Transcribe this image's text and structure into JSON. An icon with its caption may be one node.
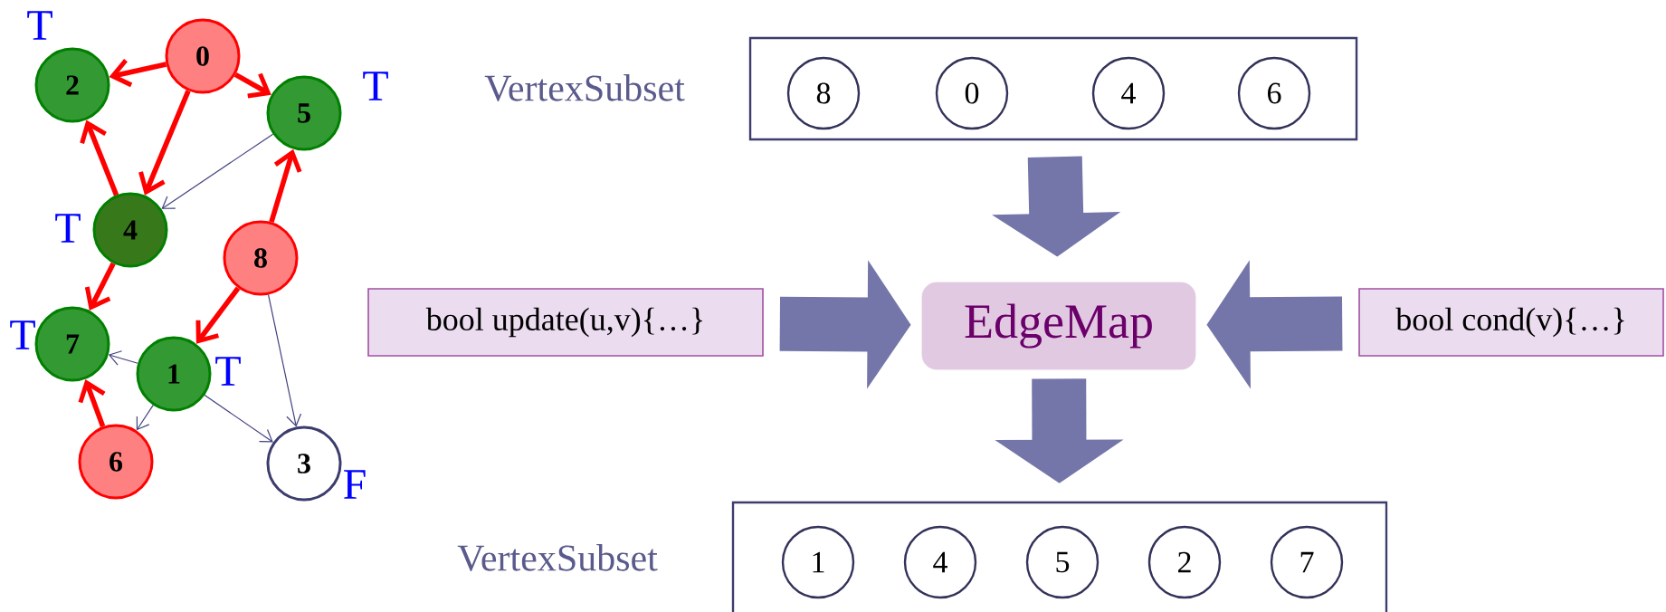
{
  "diagram": {
    "nodes": [
      {
        "text": [
          "0"
        ]
      },
      {
        "text": [
          "2"
        ],
        "beside": [
          "T"
        ]
      },
      {
        "text": [
          "5"
        ],
        "beside": [
          "T"
        ]
      },
      {
        "text": [
          "4"
        ],
        "beside": [
          "T"
        ]
      },
      {
        "text": [
          "8"
        ]
      },
      {
        "text": [
          "7"
        ],
        "beside": [
          "T"
        ]
      },
      {
        "text": [
          "1"
        ],
        "beside": [
          "T"
        ]
      },
      {
        "text": [
          "6"
        ]
      },
      {
        "text": [
          "3"
        ],
        "beside": [
          "F"
        ]
      },
      {
        "text": [],
        "shape": "box",
        "beside": [
          "VertexSubset"
        ]
      },
      {
        "text": [
          "8"
        ],
        "in": 9
      },
      {
        "text": [
          "0"
        ],
        "in": 9
      },
      {
        "text": [
          "4"
        ],
        "in": 9
      },
      {
        "text": [
          "6"
        ],
        "in": 9
      },
      {
        "text": [
          "bool update(u,v){…}"
        ]
      },
      {
        "text": [
          "EdgeMap"
        ]
      },
      {
        "text": [
          "bool cond(v){…}"
        ]
      },
      {
        "text": [],
        "shape": "box",
        "beside": [
          "VertexSubset"
        ]
      },
      {
        "text": [
          "1"
        ],
        "in": 17
      },
      {
        "text": [
          "4"
        ],
        "in": 17
      },
      {
        "text": [
          "5"
        ],
        "in": 17
      },
      {
        "text": [
          "2"
        ],
        "in": 17
      },
      {
        "text": [
          "7"
        ],
        "in": 17
      }
    ],
    "edges": [
      {
        "from": 0,
        "to": 1,
        "arrow": "to",
        "color": "#ff0000"
      },
      {
        "from": 0,
        "to": 2,
        "arrow": "to",
        "color": "#ff0000"
      },
      {
        "from": 0,
        "to": 3,
        "arrow": "to",
        "color": "#ff0000"
      },
      {
        "from": 3,
        "to": 1,
        "arrow": "to",
        "color": "#ff0000"
      },
      {
        "from": 2,
        "to": 3,
        "arrow": "to",
        "color": "#404080"
      },
      {
        "from": 4,
        "to": 2,
        "arrow": "to",
        "color": "#ff0000"
      },
      {
        "from": 3,
        "to": 5,
        "arrow": "to",
        "color": "#ff0000"
      },
      {
        "from": 4,
        "to": 6,
        "arrow": "to",
        "color": "#ff0000"
      },
      {
        "from": 4,
        "to": 8,
        "arrow": "to",
        "color": "#404080"
      },
      {
        "from": 6,
        "to": 5,
        "arrow": "to",
        "color": "#404080"
      },
      {
        "from": 7,
        "to": 5,
        "arrow": "to",
        "color": "#ff0000"
      },
      {
        "from": 6,
        "to": 7,
        "arrow": "to",
        "color": "#404080"
      },
      {
        "from": 6,
        "to": 8,
        "arrow": "to",
        "color": "#404080"
      },
      {
        "from": 9,
        "to": 15,
        "arrow": "to",
        "style": "thick",
        "color": "#7476aa"
      },
      {
        "from": 14,
        "to": 15,
        "arrow": "to",
        "style": "thick",
        "color": "#7476aa"
      },
      {
        "from": 16,
        "to": 15,
        "arrow": "to",
        "style": "thick",
        "color": "#7476aa"
      },
      {
        "from": 15,
        "to": 17,
        "arrow": "to",
        "style": "thick",
        "color": "#7476aa"
      }
    ]
  }
}
